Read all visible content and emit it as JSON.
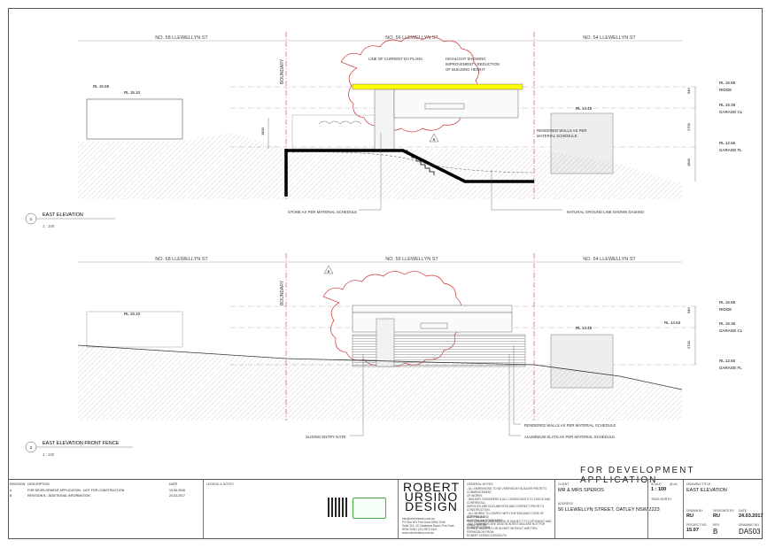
{
  "top_drawing": {
    "streets": [
      "NO. 58 LLEWELLYN ST",
      "NO. 56 LLEWELLYN ST",
      "NO. 54 LLEWELLYN ST"
    ],
    "boundary": "BOUNDARY",
    "notes": {
      "current_da": "LINE OF CURRENT DA PLANS",
      "highlight": [
        "HIGHLIGHT SHOWING",
        "IMPROVEMENT / REDUCTION",
        "OF BUILDING HEIGHT"
      ],
      "rendered": [
        "RENDERED WALLS AS PER",
        "MATERIAL SCHEDULE"
      ],
      "stone": "STONE AS PER MATERIAL SCHEDULE",
      "ground": "NATURAL GROUND LINE SHOWN DASHED"
    },
    "levels": {
      "rl_left_1": "RL 15.55",
      "rl_left_2": "RL 15.10",
      "rl_mid": "RL 14.45",
      "rl_ridge": "RL 15.89",
      "ridge": "RIDGE",
      "rl_garage_cl": "RL 15.36",
      "garage_cl": "GARAGE CL",
      "rl_garage_fl": "RL 12.66",
      "garage_fl": "GARAGE FL"
    },
    "dims": [
      "940",
      "2700",
      "1800",
      "1800"
    ],
    "title": "EAST ELEVATION",
    "scale": "1 : 100",
    "number": "1",
    "rev_tag": "B"
  },
  "bottom_drawing": {
    "streets": [
      "NO. 58 LLEWELLYN ST",
      "NO. 56 LLEWELLYN ST",
      "NO. 54 LLEWELLYN ST"
    ],
    "boundary": "BOUNDARY",
    "notes": {
      "gate": "SLIDING ENTRY GATE",
      "rendered": "RENDERED WALLS AS PER MATERIAL SCHEDULE",
      "slats": "ALUMINIUM SLATS AS PER MATERIAL SCHEDULE"
    },
    "levels": {
      "rl_left": "RL 15.10",
      "rl_mid": "RL 14.45",
      "rl_mid2": "RL 14.63",
      "rl_ridge": "RL 15.89",
      "ridge": "RIDGE",
      "rl_garage_cl": "RL 15.36",
      "garage_cl": "GARAGE CL",
      "rl_garage_fl": "RL 12.65",
      "garage_fl": "GARAGE FL"
    },
    "dims": [
      "940",
      "2700"
    ],
    "title": "EAST ELEVATION FRONT FENCE",
    "scale": "1 : 100",
    "number": "2",
    "rev_tag": "B"
  },
  "banner": "FOR DEVELOPMENT APPLICATION",
  "title_block": {
    "revision_headers": [
      "REVISION",
      "DESCRIPTION",
      "DATE"
    ],
    "revisions": [
      {
        "rev": "A",
        "desc": "FOR DEVELOPMENT APPLICATION - NOT FOR CONSTRUCTION",
        "date": "15.06.2016"
      },
      {
        "rev": "B",
        "desc": "REVISION B - ADDITIONAL INFORMATION",
        "date": "24.03.2017"
      }
    ],
    "legend": "LEGEND & NOTES",
    "logo": [
      "ROBERT",
      "URSINO",
      "DESIGN"
    ],
    "contact": [
      "info@robertursino.com.au",
      "PO Box 601 Five Dock NSW 2046",
      "Suite 301, 40 Gladstone Road, Five Dock",
      "NSW 2046  /  (02) 9970 2421",
      "www.robertursino.com.au"
    ],
    "general_notes_label": "GENERAL NOTES",
    "general_notes": [
      "- ALL DIMENSIONS TO BE VERIFIED BY BUILDER PRIOR TO COMMENCEMENT",
      "  OF WORKS",
      "- BUILDER, ENGINEERS & ALL CONSULTANTS TO CHECK AND CONFIRM ALL",
      "  SERVICES ARE DOCUMENTED AND CORRECT PRIOR TO CONSTRUCTION",
      "- ALL WORKS TO COMPLY WITH THE BUILDING CODE OF AUSTRALIA AND",
      "  AUSTRALIAN STANDARDS",
      "- ALL DRAWINGS ARE DESIGN INTENT AND ARE NOT FOR CONSTRUCTION"
    ],
    "copyright_label": "COPYRIGHT",
    "copyright": [
      "THIS DRAWING AND DESIGN IS SUBJECT TO COPYRIGHT AND SHALL NOT BE",
      "COPIED, MODIFIED OR IN PART WITHOUT WRITTEN PERMISSION FROM",
      "ROBERT URSINO DESIGN P/L"
    ],
    "client_label": "CLIENT",
    "client": "MR & MRS SPEROS",
    "address_label": "ADDRESS",
    "address": "56 LLEWELLYN STREET, OATLEY NSW 2223",
    "scale_label": "SCALE",
    "scale_paper": "@ A3",
    "scale": "1 : 100",
    "north_label": "TRUE NORTH",
    "drawing_title_label": "DRAWING TITLE",
    "drawing_title": "EAST ELEVATION",
    "drawn_by_label": "DRAWN BY",
    "drawn_by": "RU",
    "designed_by_label": "DESIGNED BY",
    "designed_by": "RU",
    "date_label": "DATE",
    "date": "24.03.2017",
    "project_label": "PROJECT NO.",
    "project": "15.07",
    "rev_label": "REV",
    "rev": "B",
    "drawing_no_label": "DRAWING NO.",
    "drawing_no": "DA503"
  }
}
